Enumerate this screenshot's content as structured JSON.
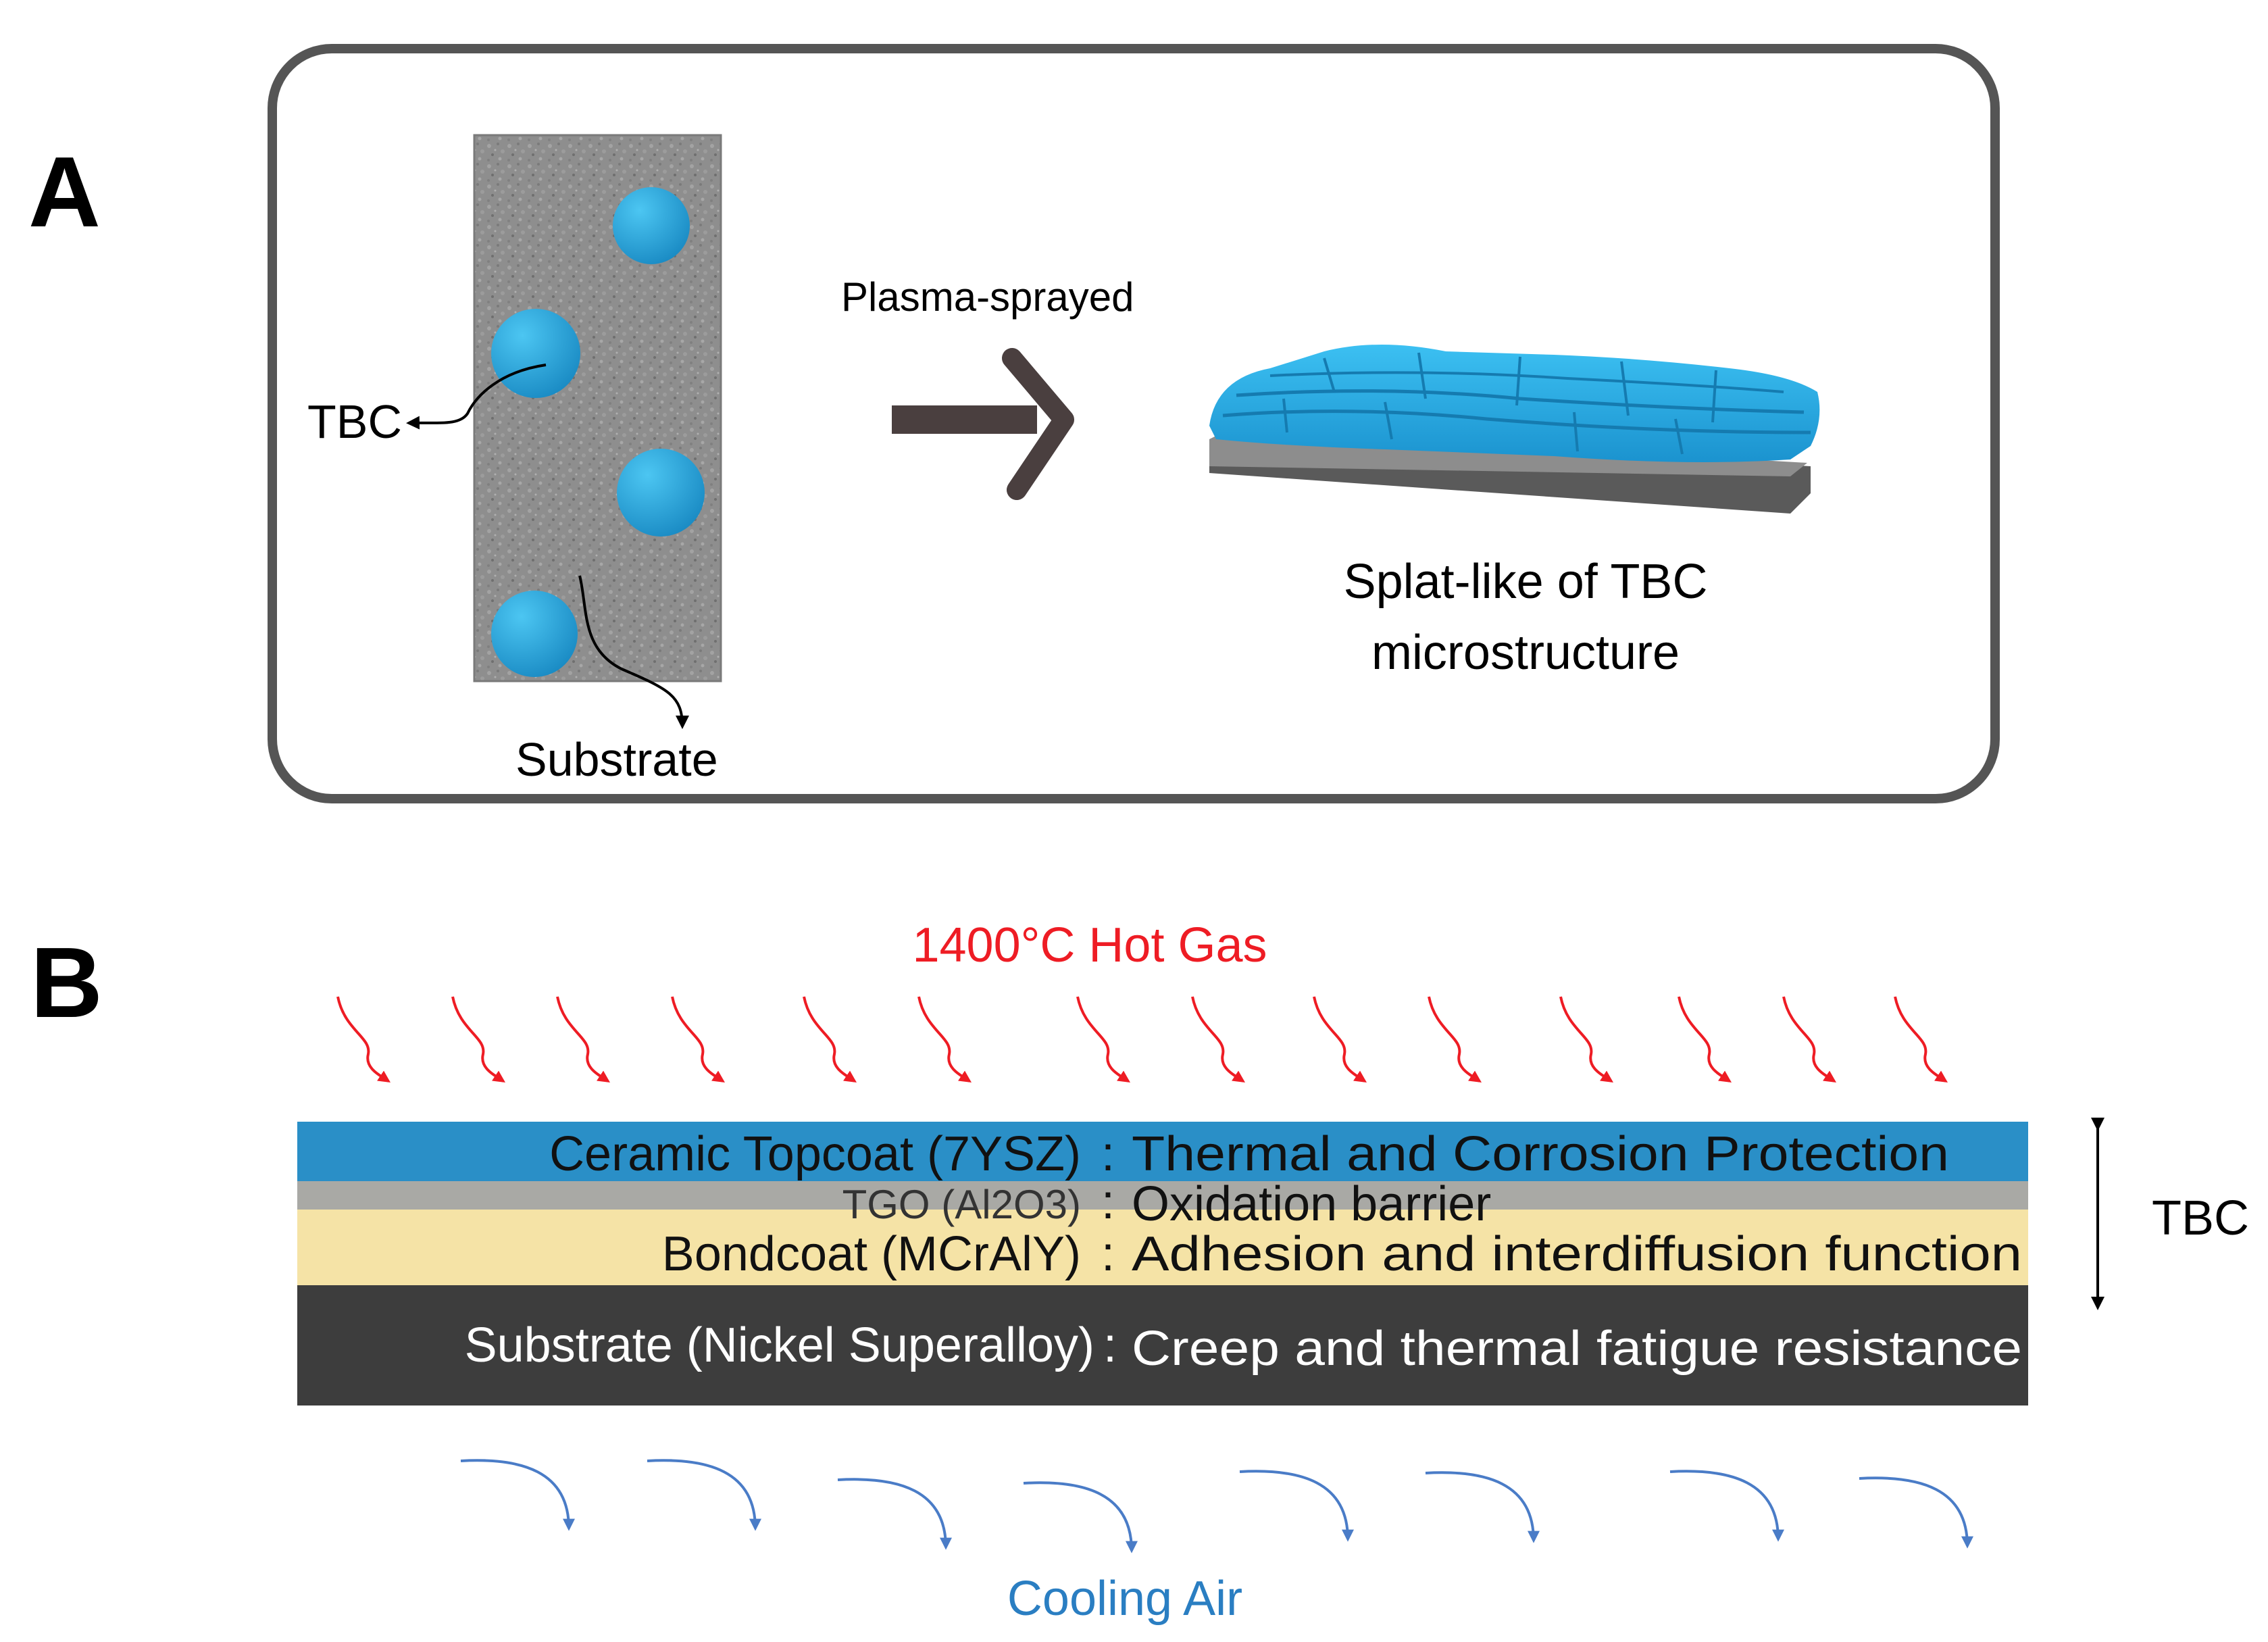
{
  "panel_a": {
    "letter": "A",
    "tbc_label": "TBC",
    "substrate_label": "Substrate",
    "process_label": "Plasma-sprayed",
    "result_line1": "Splat-like of TBC",
    "result_line2": "microstructure"
  },
  "panel_b": {
    "letter": "B",
    "hot_gas_label": "1400°C Hot Gas",
    "cooling_air_label": "Cooling Air",
    "tbc_bracket_label": "TBC",
    "separator": ":",
    "layers": [
      {
        "name": "Ceramic Topcoat (7YSZ)",
        "function": "Thermal and Corrosion Protection",
        "color": "#2a8fc7"
      },
      {
        "name": "TGO (Al2O3)",
        "function": "Oxidation barrier",
        "color": "#a9a9a5"
      },
      {
        "name": "Bondcoat (MCrAlY)",
        "function": "Adhesion and interdiffusion function",
        "color": "#f5e3a6"
      },
      {
        "name": "Substrate (Nickel Superalloy)",
        "function": "Creep and thermal fatigue resistance",
        "color": "#3d3d3d"
      }
    ]
  },
  "colors": {
    "hot": "#ee1c24",
    "cool": "#4a7cc7",
    "splat": "#22a8e0",
    "arrow": "#4a3f3f",
    "frame": "#555555"
  }
}
